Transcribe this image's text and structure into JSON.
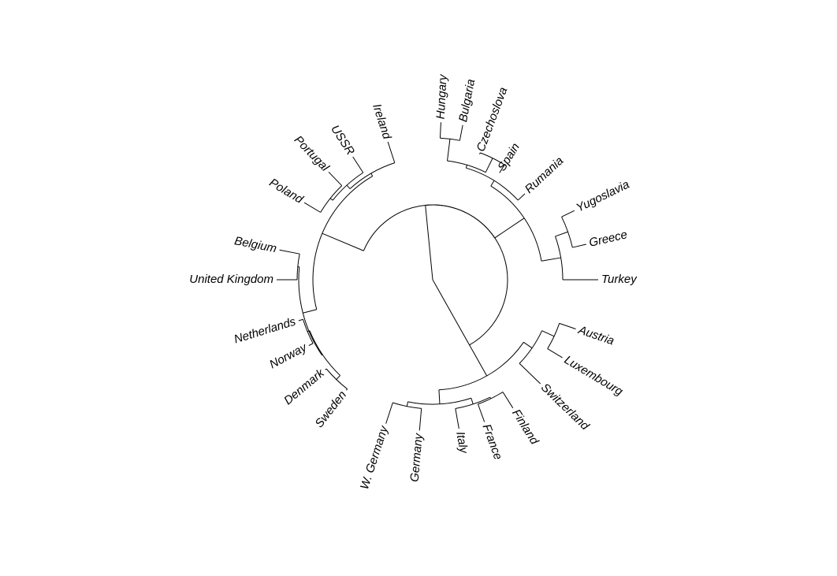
{
  "tree": {
    "type": "circular-dendrogram",
    "stroke_color": "#000000",
    "background": "#ffffff",
    "leaves": [
      "Turkey",
      "Greece",
      "Yugoslavia",
      "Rumania",
      "Spain",
      "Czechoslova",
      "Bulgaria",
      "Hungary",
      "Ireland",
      "USSR",
      "Portugal",
      "Poland",
      "Belgium",
      "United Kingdom",
      "Netherlands",
      "Norway",
      "Denmark",
      "Sweden",
      "W. Germany",
      "Germany",
      "Italy",
      "France",
      "Finland",
      "Switzerland",
      "Luxembourg",
      "Austria"
    ]
  }
}
